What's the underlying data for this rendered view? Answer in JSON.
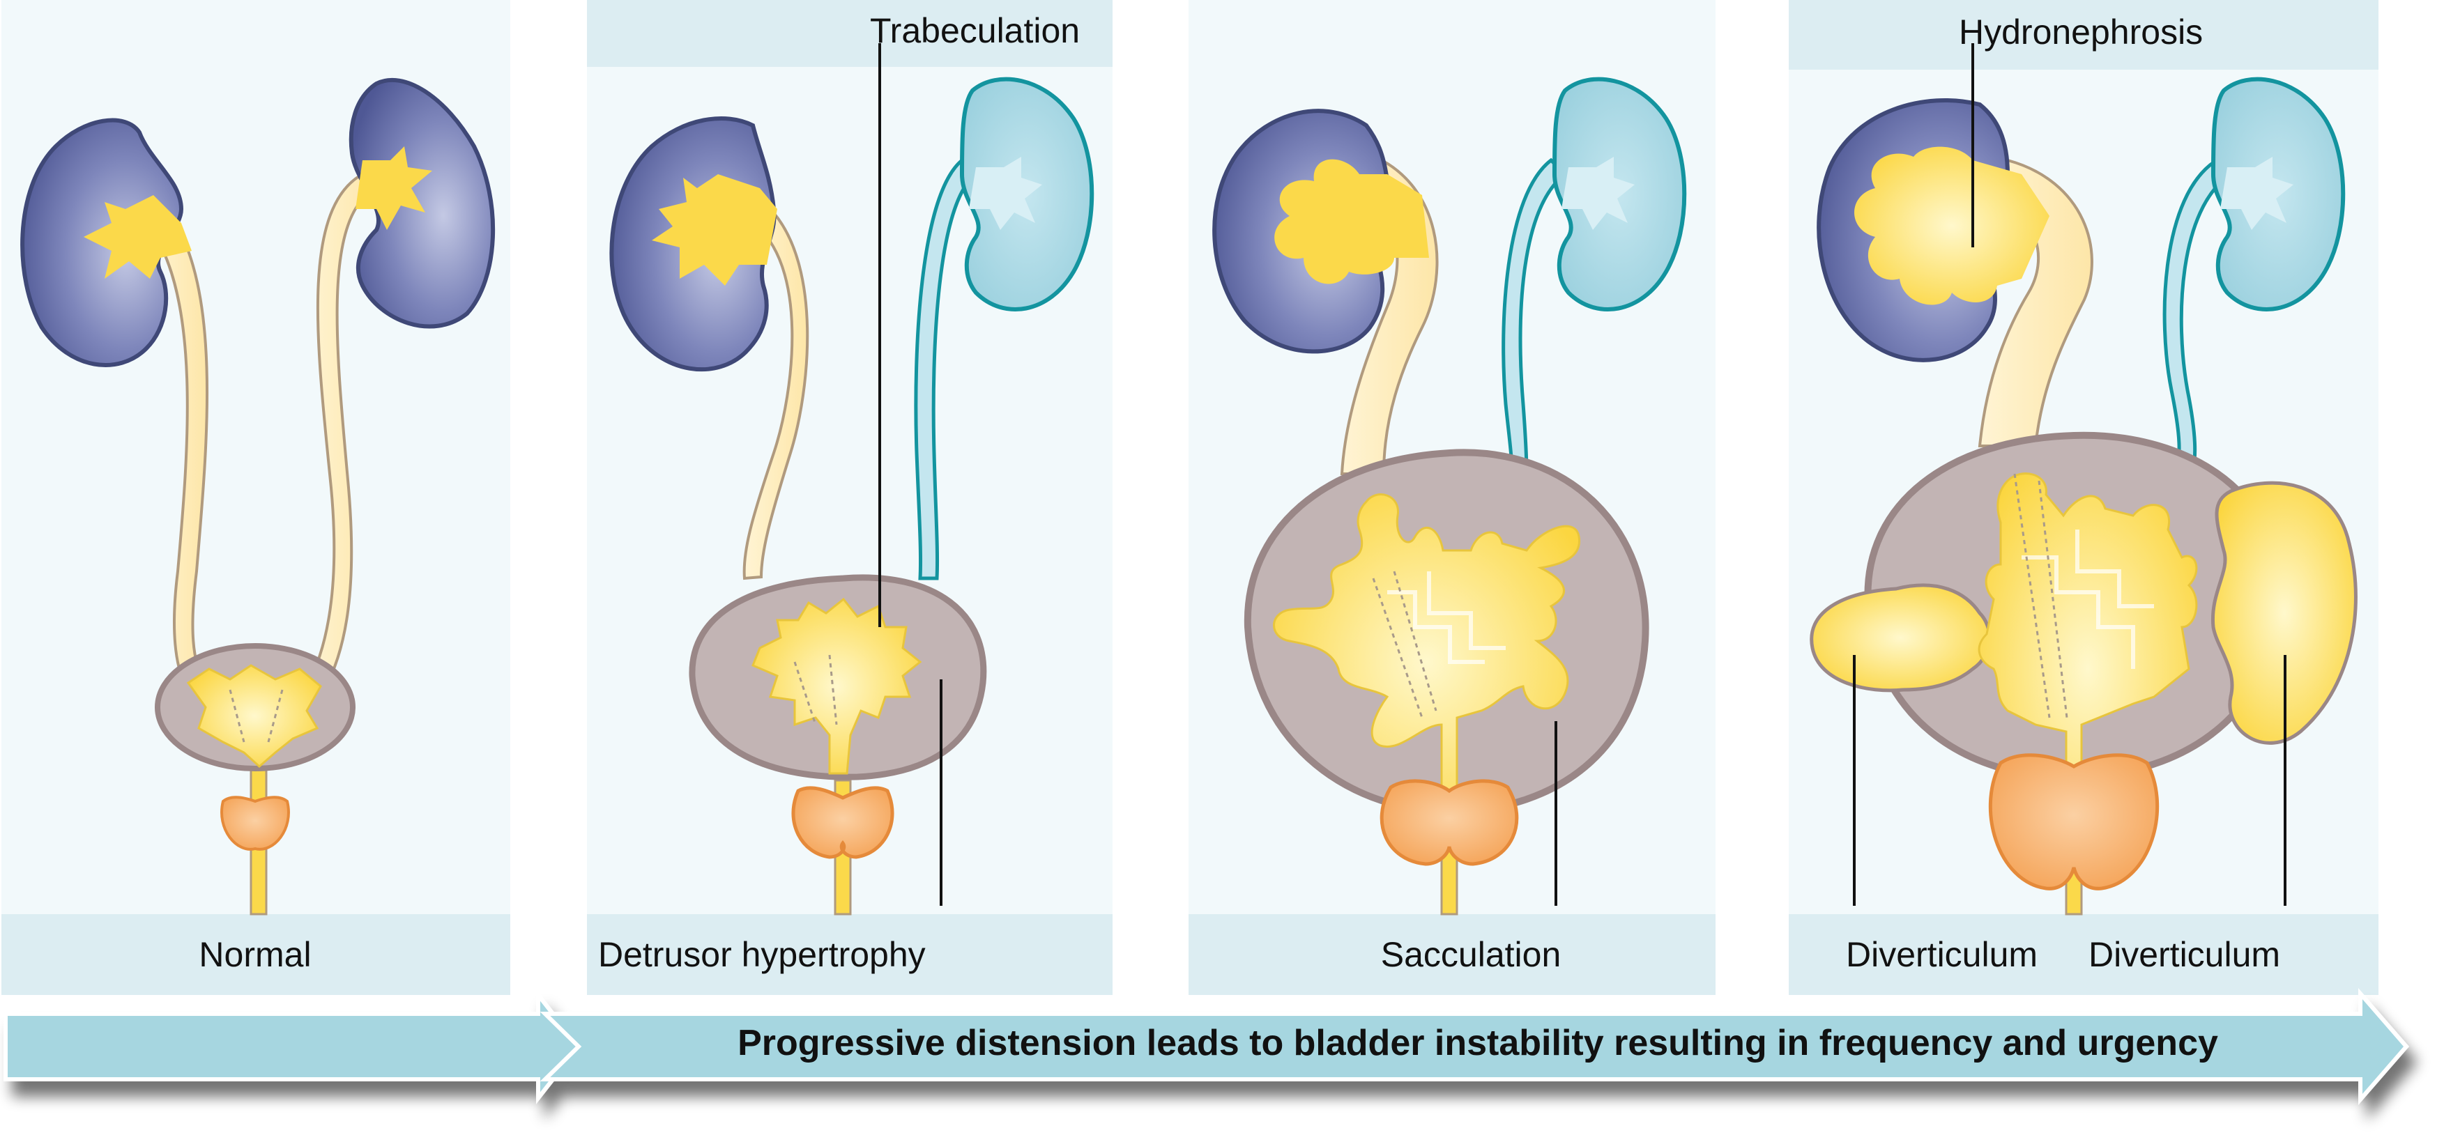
{
  "labels": {
    "normal": "Normal",
    "detrusor_hypertrophy": "Detrusor hypertrophy",
    "trabeculation": "Trabeculation",
    "sacculation": "Sacculation",
    "hydronephrosis": "Hydronephrosis",
    "diverticulum_left": "Diverticulum",
    "diverticulum_right": "Diverticulum"
  },
  "banner": {
    "text": "Progressive distension leads to bladder instability resulting in frequency and urgency"
  },
  "colors": {
    "panel_bg": "#f2f9fb",
    "label_strip": "#dcedf2",
    "kidney_affected": "#5a64a0",
    "kidney_normal": "#9fd3e0",
    "kidney_normal_outline": "#13949f",
    "urine_yellow": "#fbd94a",
    "ureter_pale": "#fcebb8",
    "bladder_wall": "#c2b4b4",
    "bladder_outline": "#9a8787",
    "prostate": "#f7a55b",
    "arrow": "#a6d6e0"
  }
}
